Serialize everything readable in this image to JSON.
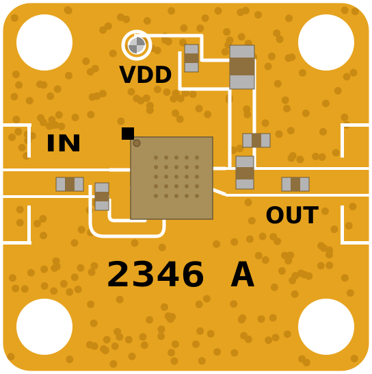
{
  "labels": {
    "vdd": "VDD",
    "input": "IN",
    "output": "OUT",
    "part_number": "2346 A"
  },
  "colors": {
    "board_gold": "#E6A31F",
    "via_dot": "#C98A14",
    "trace_gap": "#FFFFFF",
    "chip_body": "#A98F5A",
    "component_gray": "#B4B4B4",
    "component_dark": "#8E6F3E",
    "pin1_marker": "#000000"
  }
}
